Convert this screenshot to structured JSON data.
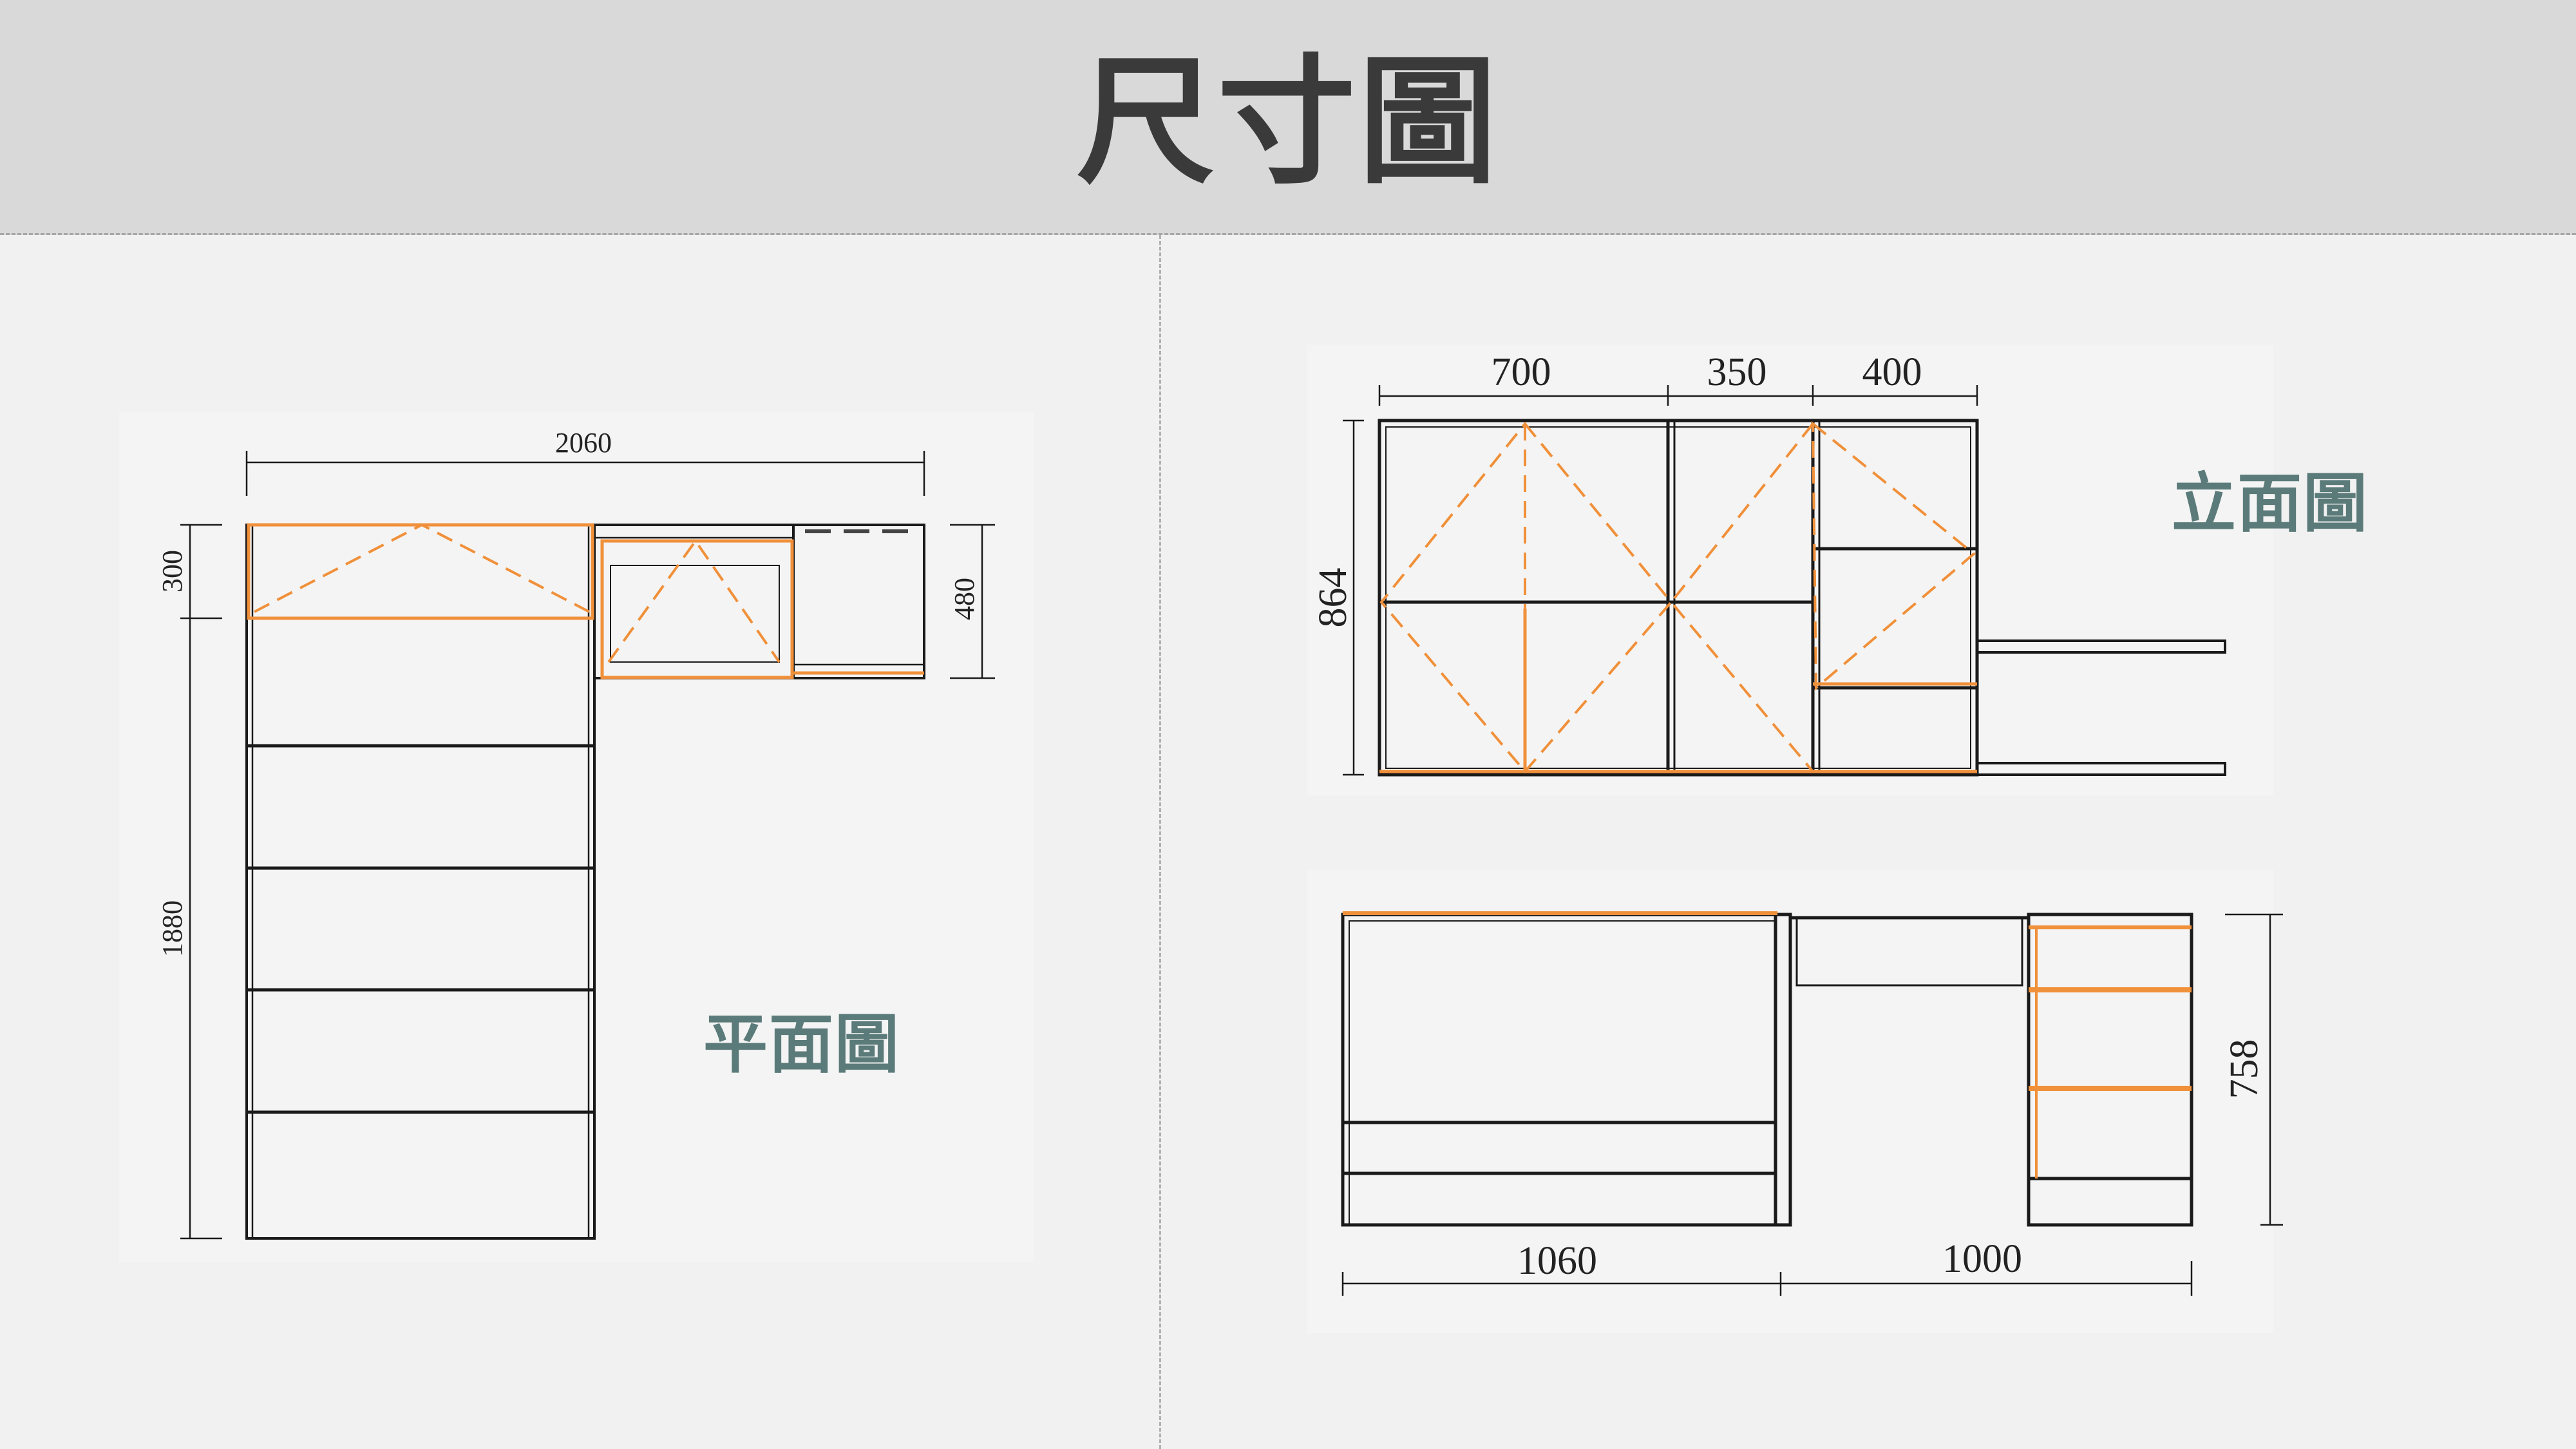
{
  "title": "尺寸圖",
  "plan": {
    "label": "平面圖",
    "dims": {
      "overall_width": "2060",
      "top_depth": "300",
      "length": "1880",
      "side_depth": "480"
    }
  },
  "elevation_top": {
    "label": "立面圖",
    "dims": {
      "w1": "700",
      "w2": "350",
      "w3": "400",
      "height": "864"
    }
  },
  "elevation_bottom": {
    "dims": {
      "w1": "1060",
      "w2": "1000",
      "height": "758"
    }
  },
  "colors": {
    "line": "#1a1a1a",
    "accent": "#f0903a",
    "label": "#5b7b7a",
    "header_bg": "#d9d9d9"
  }
}
